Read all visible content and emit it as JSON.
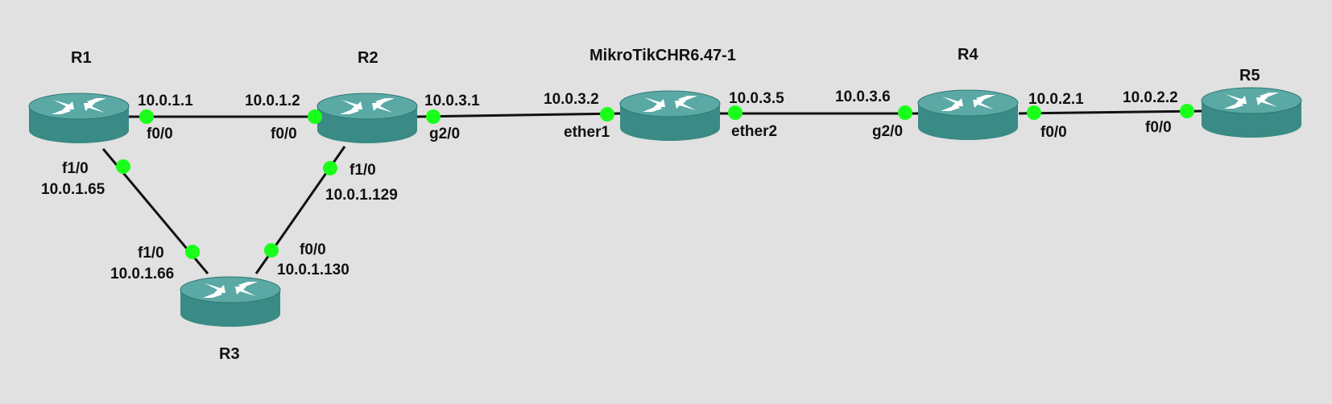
{
  "colors": {
    "background": "#e1e1e1",
    "router_body": "#3a8a86",
    "router_top": "#57a7a3",
    "link": "#111111",
    "port_dot": "#1aff1a"
  },
  "icons": {
    "router": "router-icon"
  },
  "routers": [
    {
      "id": "r1",
      "name": "R1"
    },
    {
      "id": "r2",
      "name": "R2"
    },
    {
      "id": "r3",
      "name": "R3"
    },
    {
      "id": "mikrotik",
      "name": "MikroTikCHR6.47-1"
    },
    {
      "id": "r4",
      "name": "R4"
    },
    {
      "id": "r5",
      "name": "R5"
    }
  ],
  "links": [
    {
      "id": "r1-r2",
      "a_if": "f0/0",
      "a_ip": "10.0.1.1",
      "b_if": "f0/0",
      "b_ip": "10.0.1.2"
    },
    {
      "id": "r1-r3",
      "a_if": "f1/0",
      "a_ip": "10.0.1.65",
      "b_if": "f1/0",
      "b_ip": "10.0.1.66"
    },
    {
      "id": "r2-r3",
      "a_if": "f1/0",
      "a_ip": "10.0.1.129",
      "b_if": "f0/0",
      "b_ip": "10.0.1.130"
    },
    {
      "id": "r2-mikrotik",
      "a_if": "g2/0",
      "a_ip": "10.0.3.1",
      "b_if": "ether1",
      "b_ip": "10.0.3.2"
    },
    {
      "id": "mikrotik-r4",
      "a_if": "ether2",
      "a_ip": "10.0.3.5",
      "b_if": "g2/0",
      "b_ip": "10.0.3.6"
    },
    {
      "id": "r4-r5",
      "a_if": "f0/0",
      "a_ip": "10.0.2.1",
      "b_if": "f0/0",
      "b_ip": "10.0.2.2"
    }
  ]
}
